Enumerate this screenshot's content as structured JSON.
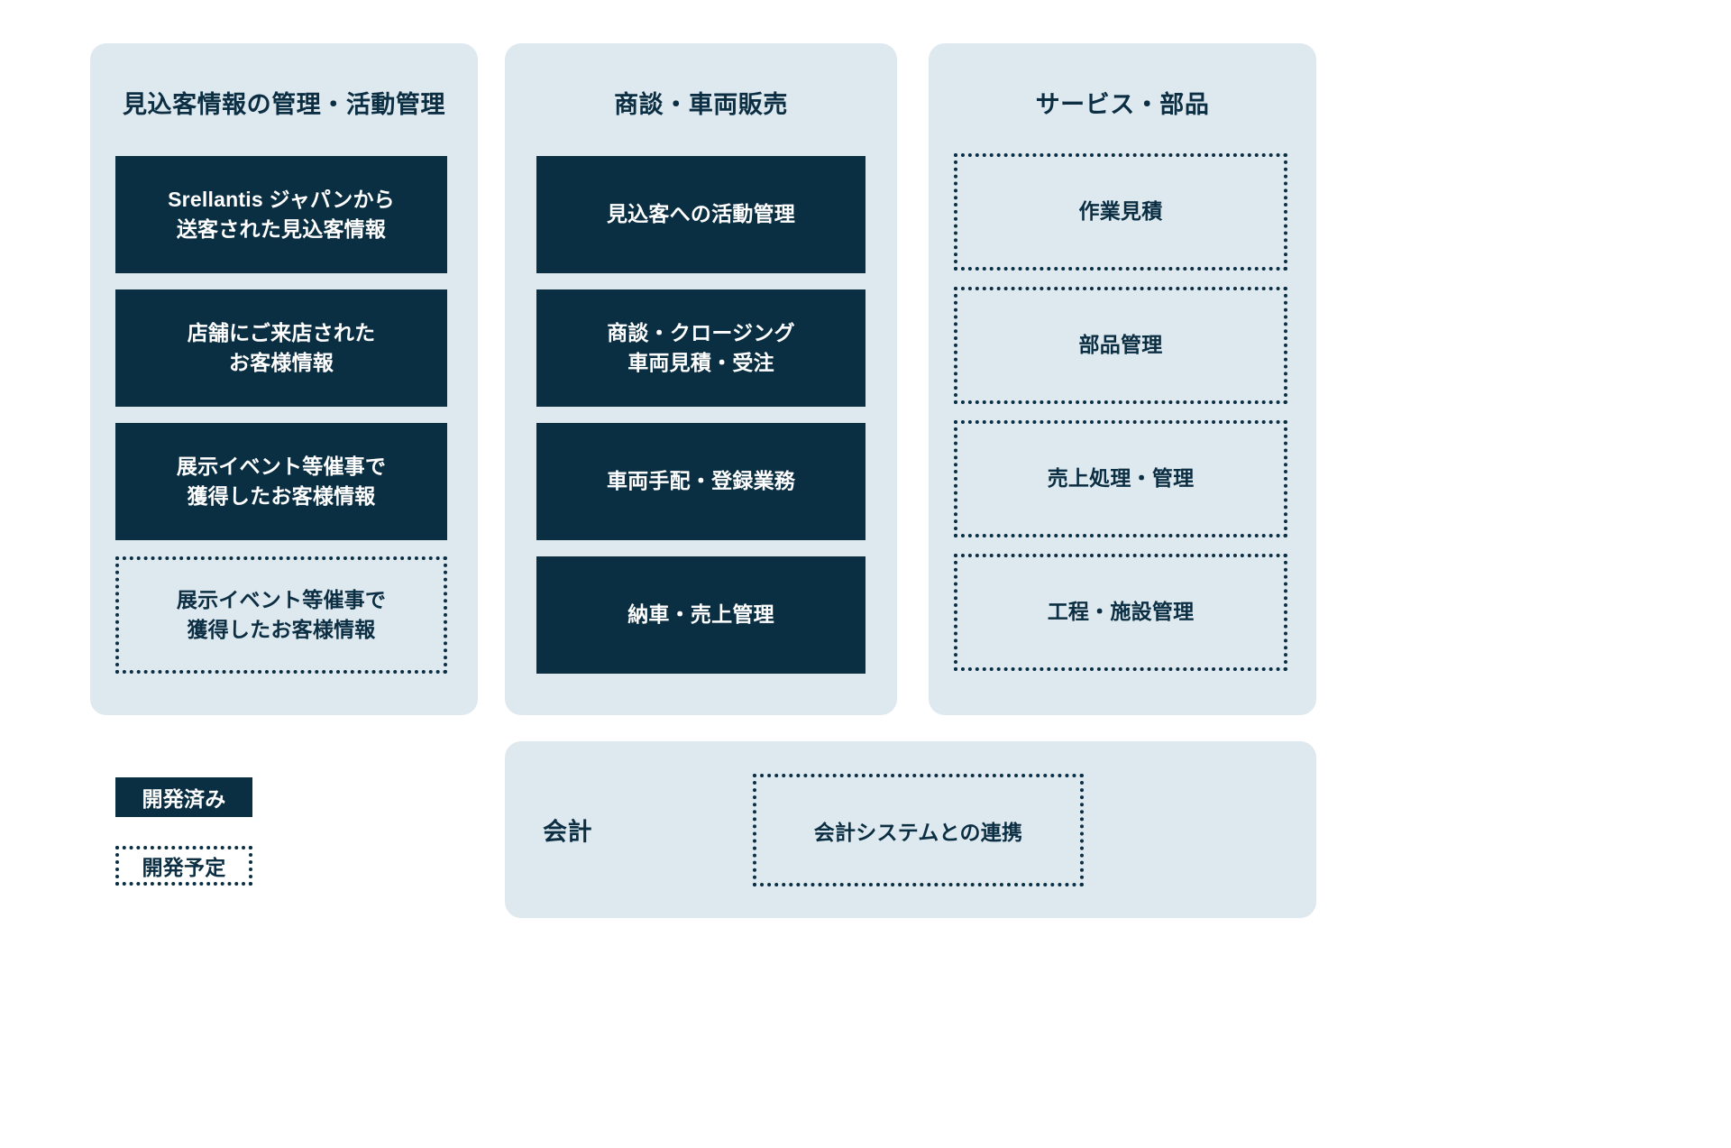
{
  "colors": {
    "panel_bg": "#dde8ef",
    "box_filled": "#0a2e42",
    "box_text_on_dark": "#ffffff",
    "text_dark": "#0b2e42",
    "page_bg": "#ffffff"
  },
  "columns": [
    {
      "title": "見込客情報の管理・活動管理",
      "items": [
        {
          "line1": "Srellantis ジャパンから",
          "line2": "送客された見込客情報",
          "style": "filled"
        },
        {
          "line1": "店舗にご来店された",
          "line2": "お客様情報",
          "style": "filled"
        },
        {
          "line1": "展示イベント等催事で",
          "line2": "獲得したお客様情報",
          "style": "filled"
        },
        {
          "line1": "展示イベント等催事で",
          "line2": "獲得したお客様情報",
          "style": "dashed"
        }
      ]
    },
    {
      "title": "商談・車両販売",
      "items": [
        {
          "line1": "見込客への活動管理",
          "line2": "",
          "style": "filled"
        },
        {
          "line1": "商談・クロージング",
          "line2": "車両見積・受注",
          "style": "filled"
        },
        {
          "line1": "車両手配・登録業務",
          "line2": "",
          "style": "filled"
        },
        {
          "line1": "納車・売上管理",
          "line2": "",
          "style": "filled"
        }
      ]
    },
    {
      "title": "サービス・部品",
      "items": [
        {
          "line1": "作業見積",
          "line2": "",
          "style": "dashed"
        },
        {
          "line1": "部品管理",
          "line2": "",
          "style": "dashed"
        },
        {
          "line1": "売上処理・管理",
          "line2": "",
          "style": "dashed"
        },
        {
          "line1": "工程・施設管理",
          "line2": "",
          "style": "dashed"
        }
      ]
    }
  ],
  "legend": {
    "developed_label": "開発済み",
    "planned_label": "開発予定"
  },
  "accounting": {
    "label": "会計",
    "item": "会計システムとの連携"
  }
}
